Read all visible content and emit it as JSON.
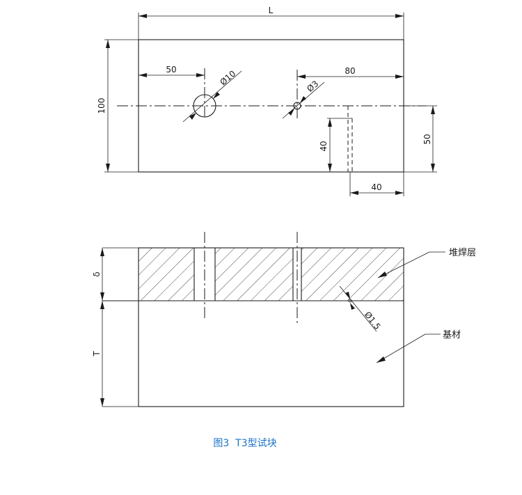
{
  "top_view": {
    "dim_length": "L",
    "dim_height": "100",
    "dim_hole1_x": "50",
    "dim_hole1_dia": "Ø10",
    "dim_hole2_x": "80",
    "dim_hole2_dia": "Ø3",
    "dim_slot_depth": "40",
    "dim_slot_width": "40",
    "dim_slot_y": "50"
  },
  "section_view": {
    "dim_overlay_thickness": "δ",
    "dim_base_thickness": "T",
    "dim_small_hole": "Ø1.5",
    "label_overlay": "堆焊层",
    "label_base": "基材"
  },
  "caption": {
    "text": "图3  T3型试块"
  }
}
